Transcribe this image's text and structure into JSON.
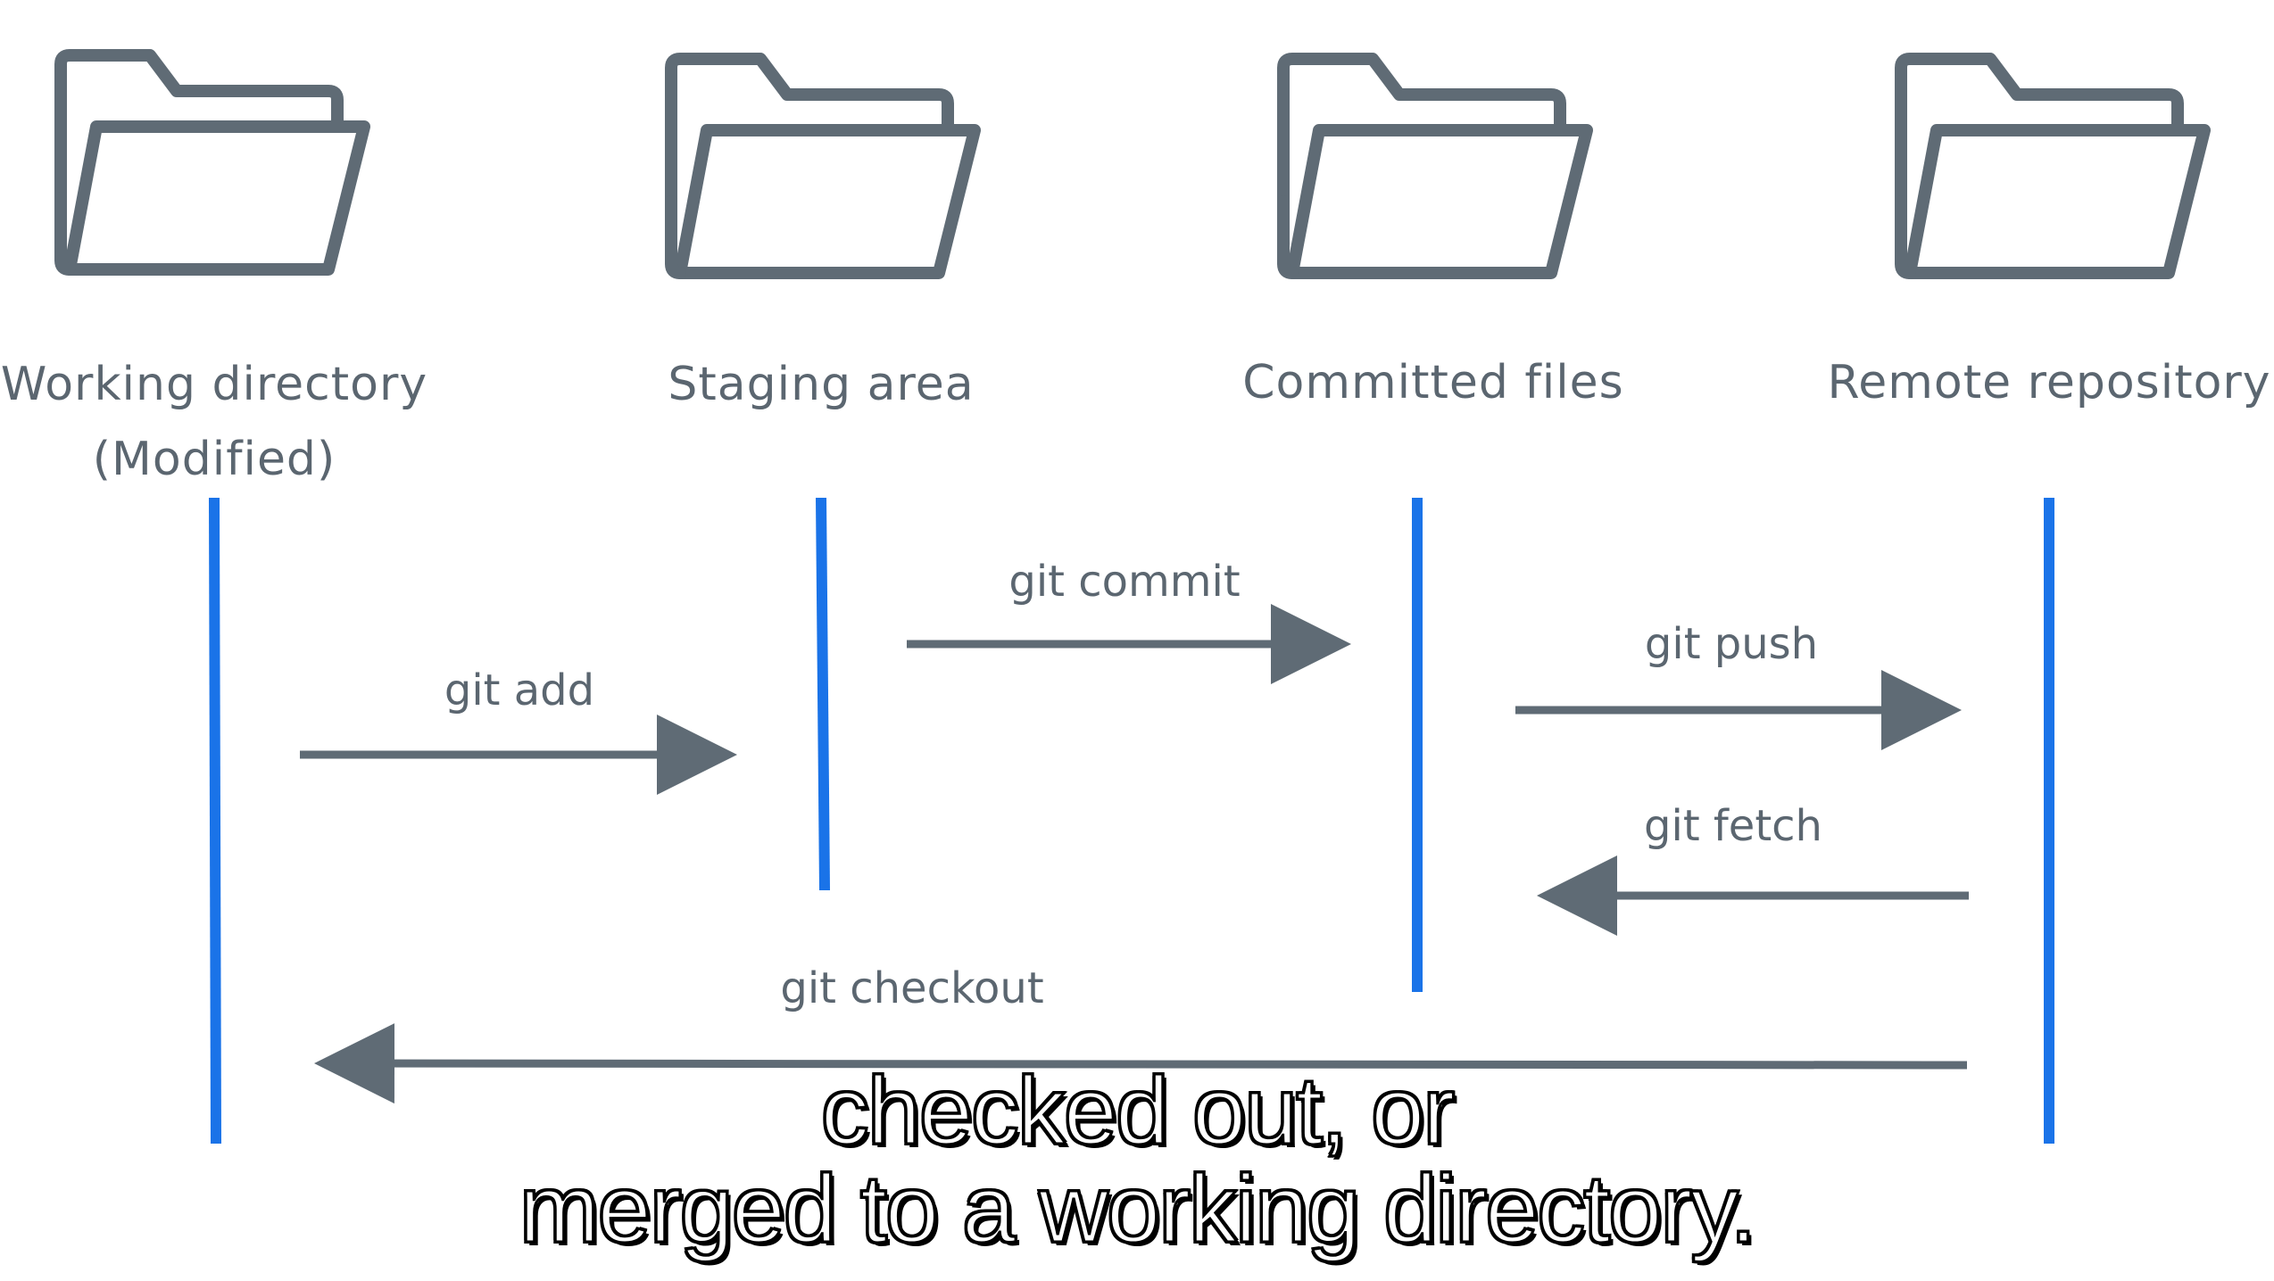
{
  "stages": [
    {
      "id": "working",
      "label_lines": [
        "Working directory",
        "(Modified)"
      ]
    },
    {
      "id": "staging",
      "label_lines": [
        "Staging area"
      ]
    },
    {
      "id": "committed",
      "label_lines": [
        "Committed files"
      ]
    },
    {
      "id": "remote",
      "label_lines": [
        "Remote repository"
      ]
    }
  ],
  "commands": {
    "git_add": "git add",
    "git_commit": "git commit",
    "git_push": "git push",
    "git_fetch": "git fetch",
    "git_checkout": "git checkout"
  },
  "subtitle": {
    "line1": "checked out, or",
    "line2": "merged to a working directory."
  },
  "colors": {
    "folder_stroke": "#5f6b75",
    "lifeline": "#1a73e8",
    "arrow": "#5f6b75",
    "text": "#5b6670"
  },
  "icons": {
    "folder": "folder-icon"
  }
}
